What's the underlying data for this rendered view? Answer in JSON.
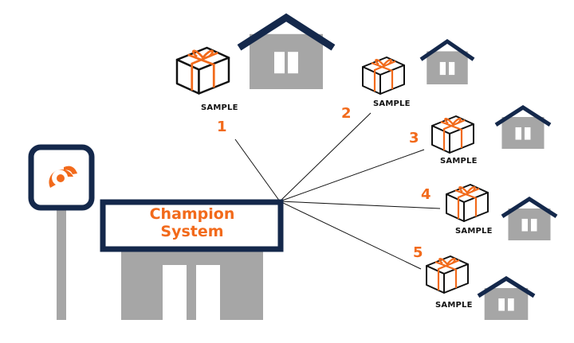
{
  "colors": {
    "navy": "#14284b",
    "orange": "#f26a1b",
    "gray": "#a6a6a6",
    "black": "#111111"
  },
  "store": {
    "name_line1": "Champion",
    "name_line2": "System",
    "sign_icon": "champion-logo-icon"
  },
  "deliveries": [
    {
      "number": "1",
      "label": "SAMPLE"
    },
    {
      "number": "2",
      "label": "SAMPLE"
    },
    {
      "number": "3",
      "label": "SAMPLE"
    },
    {
      "number": "4",
      "label": "SAMPLE"
    },
    {
      "number": "5",
      "label": "SAMPLE"
    }
  ]
}
